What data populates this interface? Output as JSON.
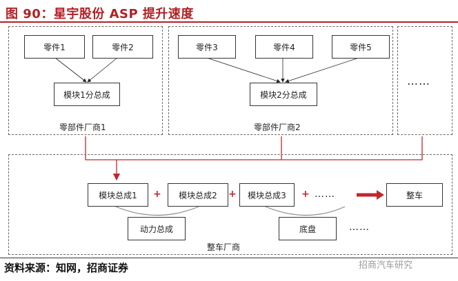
{
  "figure": {
    "title": "图 90：星宇股份 ASP 提升速度",
    "source": "资料来源：知网，招商证券",
    "watermark": "招商汽车研究"
  },
  "suppliers": [
    {
      "label": "零部件厂商1",
      "parts": [
        "零件1",
        "零件2"
      ],
      "module": "模块1分总成"
    },
    {
      "label": "零部件厂商2",
      "parts": [
        "零件3",
        "零件4",
        "零件5"
      ],
      "module": "模块2分总成"
    }
  ],
  "supplier_more": "……",
  "oem": {
    "label": "整车厂商",
    "modules": [
      "模块总成1",
      "模块总成2",
      "模块总成3"
    ],
    "plus": "+",
    "more": "……",
    "sub_modules": [
      "动力总成",
      "底盘"
    ],
    "sub_more": "……",
    "result": "整车"
  },
  "colors": {
    "title": "#b21f24",
    "connector": "#c0272d",
    "border": "#333333"
  }
}
